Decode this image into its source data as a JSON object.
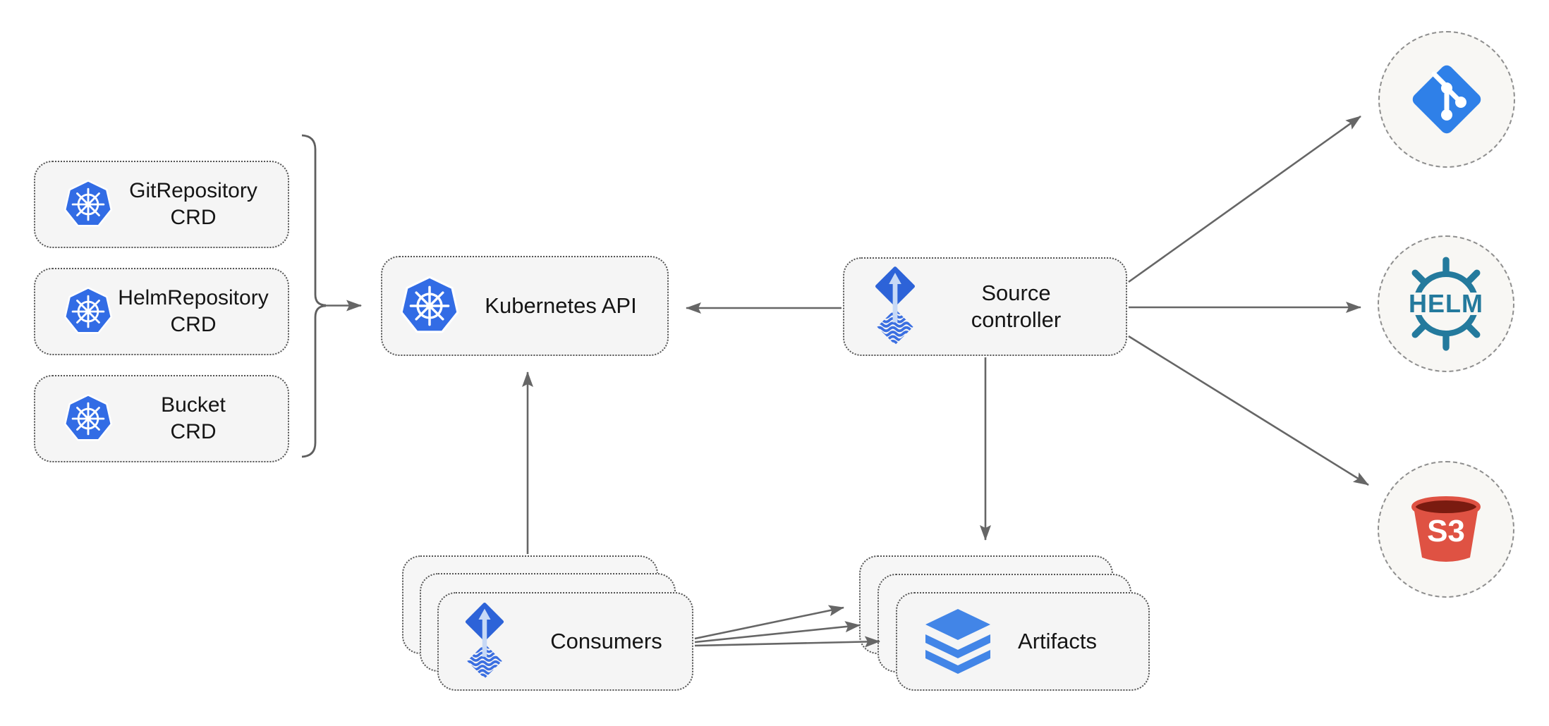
{
  "diagram": {
    "crds": [
      {
        "line1": "GitRepository",
        "line2": "CRD"
      },
      {
        "line1": "HelmRepository",
        "line2": "CRD"
      },
      {
        "line1": "Bucket",
        "line2": "CRD"
      }
    ],
    "kubernetes_api": {
      "label": "Kubernetes API"
    },
    "source_controller": {
      "line1": "Source",
      "line2": "controller"
    },
    "consumers": {
      "label": "Consumers"
    },
    "artifacts": {
      "label": "Artifacts"
    },
    "externals": {
      "git": {
        "name": "git-repository"
      },
      "helm": {
        "label": "HELM"
      },
      "s3": {
        "label": "S3"
      }
    },
    "colors": {
      "kubernetes_blue": "#326CE5",
      "flux_diamond_blue": "#2D63D8",
      "flux_wave_blue": "#3B6FE1",
      "flux_arrow_light": "#C7D9F6",
      "layers_blue": "#4285E7",
      "git_blue": "#2F80E8",
      "helm_teal": "#247A9D",
      "s3_red": "#DF5243",
      "s3_dark_red": "#7A1B10",
      "arrow_gray": "#666666",
      "node_fill": "#f5f5f5",
      "node_border": "#545454",
      "circle_fill": "#f8f7f4"
    }
  }
}
